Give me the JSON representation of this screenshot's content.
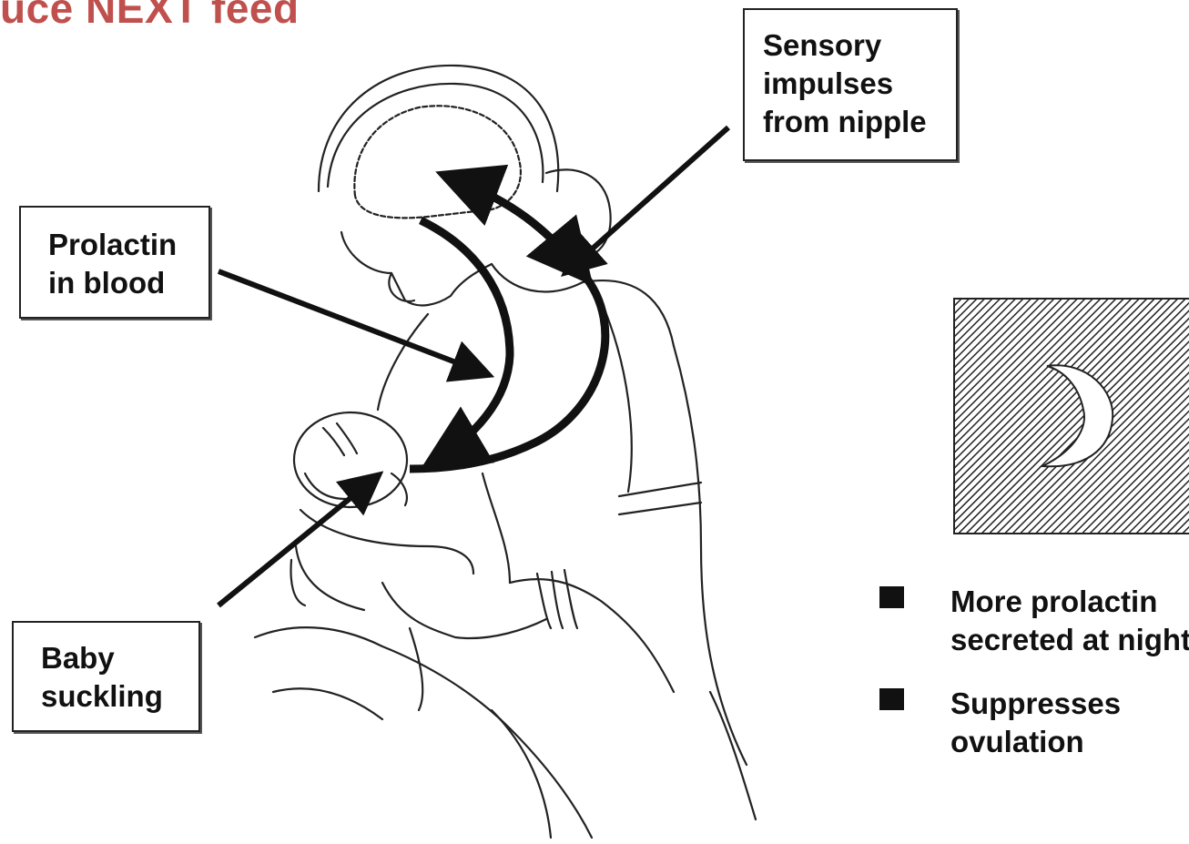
{
  "title": "uce NEXT feed",
  "labels": {
    "sensory": [
      "Sensory",
      "impulses",
      "from nipple"
    ],
    "prolactin": [
      "Prolactin",
      "in blood"
    ],
    "baby": [
      "Baby",
      "suckling"
    ]
  },
  "bullets": [
    {
      "lines": [
        "More prolactin",
        "secreted at night"
      ]
    },
    {
      "lines": [
        "Suppresses",
        "ovulation"
      ]
    }
  ],
  "colors": {
    "title": "#c0504d",
    "ink": "#111111"
  }
}
